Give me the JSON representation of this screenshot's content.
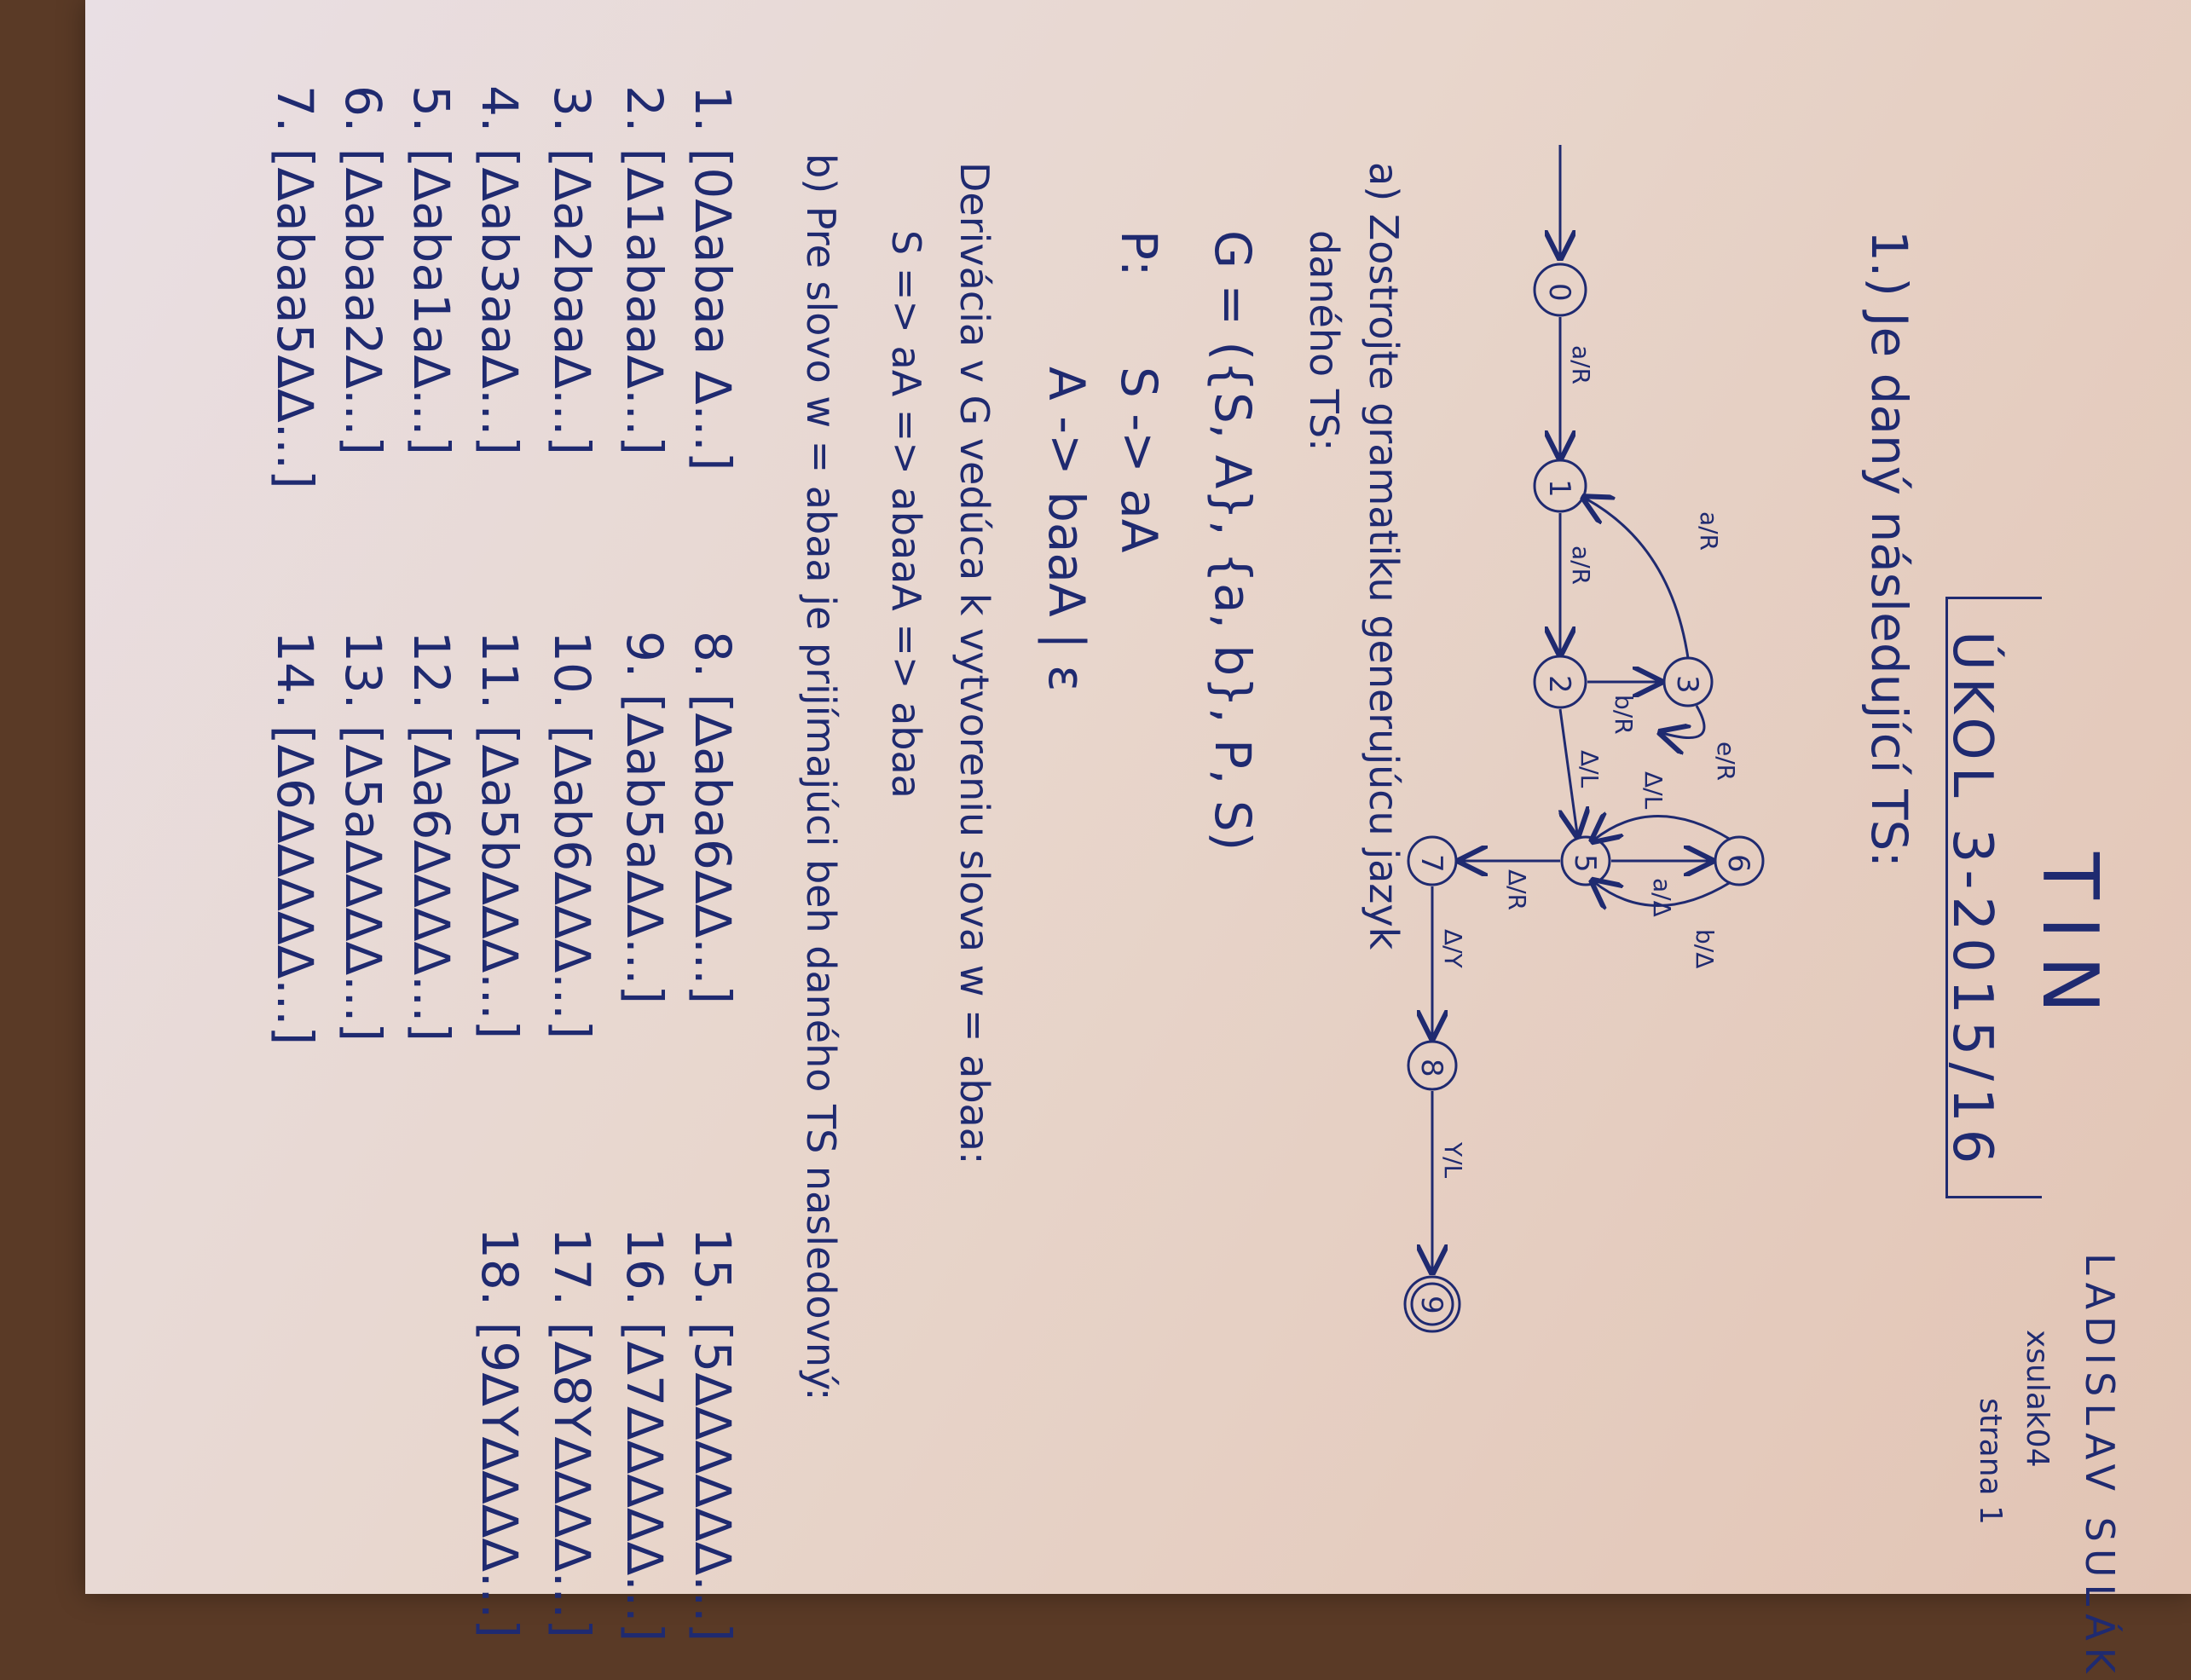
{
  "header": {
    "subject": "TIN",
    "assignment": "ÚKOL 3-2015/16",
    "author": "LADISLAV SULÁK",
    "login": "xsulak04",
    "page_label": "strana 1"
  },
  "task1": {
    "heading": "1.) Je daný následující TS:",
    "states": [
      "0",
      "1",
      "2",
      "3",
      "5",
      "6",
      "7",
      "8",
      "9"
    ],
    "transitions": [
      {
        "label": "a/R"
      },
      {
        "label": "a/R"
      },
      {
        "label": "a/R"
      },
      {
        "label": "b/R"
      },
      {
        "label": "e/R"
      },
      {
        "label": "Δ/L"
      },
      {
        "label": "Δ/L"
      },
      {
        "label": "a/Δ"
      },
      {
        "label": "b/Δ"
      },
      {
        "label": "Δ/R"
      },
      {
        "label": "Δ/Y"
      },
      {
        "label": "Y/L"
      }
    ]
  },
  "part_a": {
    "heading_line1": "a) Zostrojte gramatiku generujúcu jazyk",
    "heading_line2": "daného TS:",
    "grammar": "G = ({S, A}, {a, b}, P, S)",
    "p_label": "P:",
    "rule1": "S -> aA",
    "rule2": "A -> baaA | ε",
    "derivation_intro": "Derivácia v G vedúca k vytvoreniu slova w = abaa:",
    "derivation": "S => aA => abaaA => abaa"
  },
  "part_b": {
    "heading": "b) Pre slovo w = abaa je prijímajúci beh daného TS nasledovný:",
    "steps": [
      {
        "n": "1.",
        "config": "[0Δabaa Δ...]"
      },
      {
        "n": "2.",
        "config": "[Δ1abaaΔ...]"
      },
      {
        "n": "3.",
        "config": "[Δa2baaΔ...]"
      },
      {
        "n": "4.",
        "config": "[Δab3aaΔ...]"
      },
      {
        "n": "5.",
        "config": "[Δaba1aΔ...]"
      },
      {
        "n": "6.",
        "config": "[Δabaa2Δ...]"
      },
      {
        "n": "7.",
        "config": "[Δabaa5ΔΔ...]"
      },
      {
        "n": "8.",
        "config": "[Δaba6ΔΔ...]"
      },
      {
        "n": "9.",
        "config": "[Δab5aΔΔ...]"
      },
      {
        "n": "10.",
        "config": "[Δab6ΔΔΔ...]"
      },
      {
        "n": "11.",
        "config": "[Δa5bΔΔΔ...]"
      },
      {
        "n": "12.",
        "config": "[Δa6ΔΔΔΔ...]"
      },
      {
        "n": "13.",
        "config": "[Δ5aΔΔΔΔ...]"
      },
      {
        "n": "14.",
        "config": "[Δ6ΔΔΔΔΔ...]"
      },
      {
        "n": "15.",
        "config": "[5ΔΔΔΔΔΔ...]"
      },
      {
        "n": "16.",
        "config": "[Δ7ΔΔΔΔΔ...]"
      },
      {
        "n": "17.",
        "config": "[Δ8YΔΔΔΔ...]"
      },
      {
        "n": "18.",
        "config": "[9ΔYΔΔΔΔ...]"
      }
    ]
  }
}
